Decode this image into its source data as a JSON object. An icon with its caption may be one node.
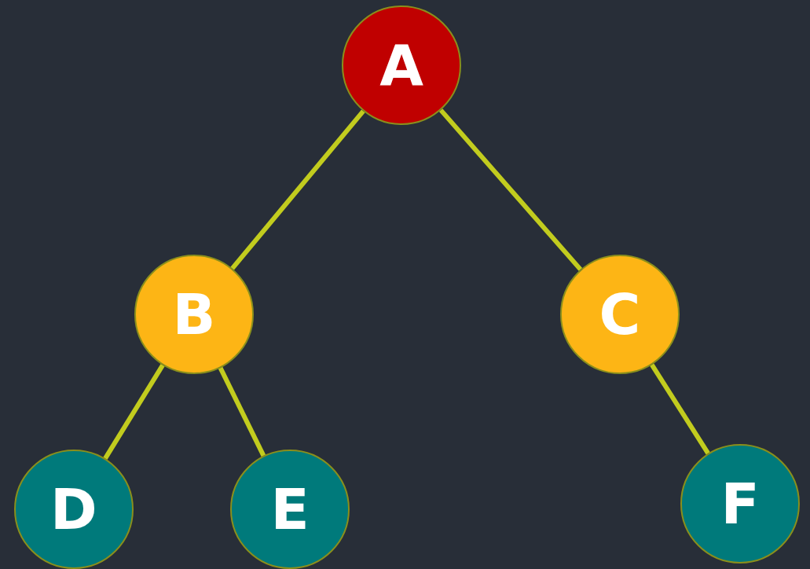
{
  "diagram": {
    "nodes": [
      {
        "text": [
          "A"
        ]
      },
      {
        "text": [
          "B"
        ]
      },
      {
        "text": [
          "C"
        ]
      },
      {
        "text": [
          "D"
        ]
      },
      {
        "text": [
          "E"
        ]
      },
      {
        "text": [
          "F"
        ]
      }
    ],
    "edges": [
      {
        "from": 0,
        "to": 1,
        "arrow": "none"
      },
      {
        "from": 0,
        "to": 2,
        "arrow": "none"
      },
      {
        "from": 1,
        "to": 3,
        "arrow": "none"
      },
      {
        "from": 1,
        "to": 4,
        "arrow": "none"
      },
      {
        "from": 2,
        "to": 5,
        "arrow": "none"
      }
    ]
  }
}
